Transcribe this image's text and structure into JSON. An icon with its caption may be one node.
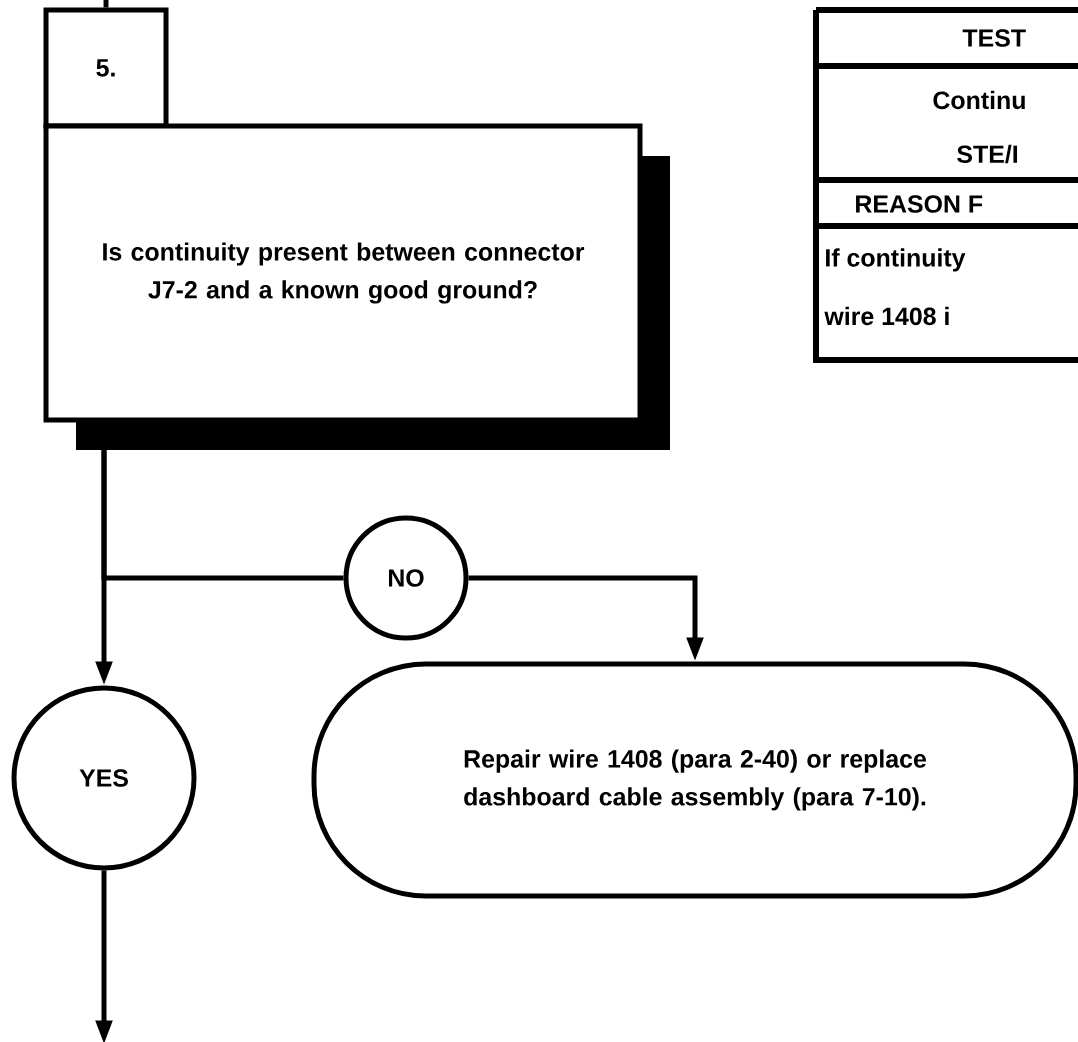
{
  "diagram": {
    "nodes": [
      {
        "text": [
          "5."
        ]
      },
      {
        "text": [
          "Is continuity present between connector J7-2 and a known good ground?"
        ]
      },
      {
        "text": [
          "NO"
        ]
      },
      {
        "text": [
          "YES"
        ]
      },
      {
        "text": [
          "Repair wire 1408 (para 2-40) or replace dashboard cable assembly (para 7-10)."
        ]
      }
    ],
    "edges": [
      {
        "from": null,
        "to": 0,
        "arrow": "none"
      },
      {
        "from": 1,
        "to": 3,
        "arrow": "to"
      },
      {
        "from": 1,
        "to": 2,
        "arrow": "none"
      },
      {
        "from": 2,
        "to": 4,
        "arrow": "to"
      },
      {
        "from": 3,
        "to": null,
        "arrow": "to"
      }
    ],
    "labels": [
      "TEST",
      "Continu",
      "STE/I",
      "REASON F",
      "If continuity",
      "wire 1408 i"
    ]
  }
}
